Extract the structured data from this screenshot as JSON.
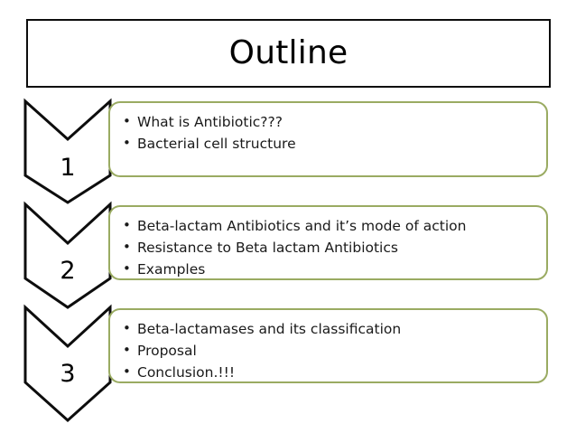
{
  "slide": {
    "title": "Outline",
    "background_color": "#ffffff",
    "title_border_color": "#0d0d0d",
    "accent_color": "#9aab62",
    "text_color": "#1a1a1a"
  },
  "rows": [
    {
      "number": "1",
      "bullets": [
        "What is Antibiotic???",
        "Bacterial cell structure"
      ]
    },
    {
      "number": "2",
      "bullets": [
        "Beta-lactam Antibiotics and it’s mode of action",
        "Resistance to Beta lactam Antibiotics",
        "Examples"
      ]
    },
    {
      "number": "3",
      "bullets": [
        "Beta-lactamases and its classification",
        "Proposal",
        "Conclusion.!!!"
      ]
    }
  ]
}
